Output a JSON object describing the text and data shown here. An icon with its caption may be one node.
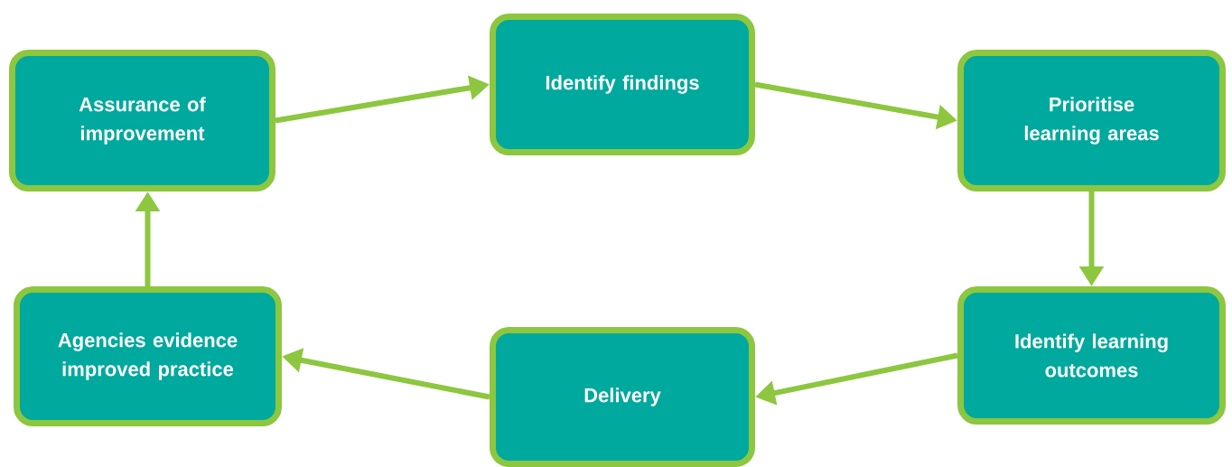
{
  "diagram": {
    "nodes": [
      {
        "text": [
          "Assurance of improvement"
        ]
      },
      {
        "text": [
          "Identify findings"
        ]
      },
      {
        "text": [
          "Prioritise learning areas"
        ]
      },
      {
        "text": [
          "Identify learning outcomes"
        ]
      },
      {
        "text": [
          "Delivery"
        ]
      },
      {
        "text": [
          "Agencies evidence improved practice"
        ]
      }
    ],
    "edges": [
      {
        "from": 0,
        "to": 1,
        "arrow": "to"
      },
      {
        "from": 1,
        "to": 2,
        "arrow": "to"
      },
      {
        "from": 2,
        "to": 3,
        "arrow": "to"
      },
      {
        "from": 3,
        "to": 4,
        "arrow": "to"
      },
      {
        "from": 4,
        "to": 5,
        "arrow": "to"
      },
      {
        "from": 5,
        "to": 0,
        "arrow": "to"
      }
    ]
  }
}
